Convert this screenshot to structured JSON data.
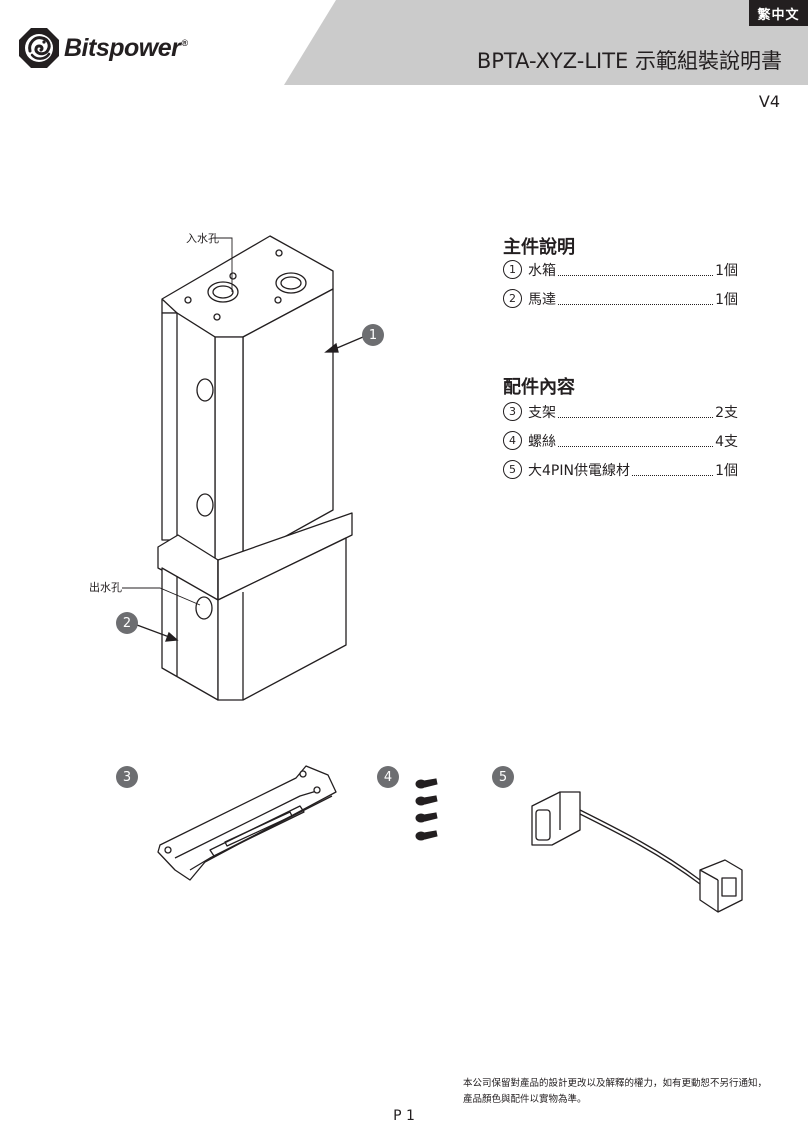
{
  "header": {
    "brand": "Bitspower",
    "brand_mark": "®",
    "language_tag": "繁中文",
    "title": "BPTA-XYZ-LITE 示範組裝說明書",
    "version": "V4",
    "colors": {
      "band": "#cbcbcb",
      "dark": "#231f20",
      "badge": "#6d6e71"
    }
  },
  "main_parts": {
    "heading": "主件說明",
    "items": [
      {
        "num": "①",
        "name": "水箱",
        "qty": "1個"
      },
      {
        "num": "②",
        "name": "馬達",
        "qty": "1個"
      }
    ]
  },
  "accessories": {
    "heading": "配件內容",
    "items": [
      {
        "num": "③",
        "name": "支架",
        "qty": "2支"
      },
      {
        "num": "④",
        "name": "螺絲",
        "qty": "4支"
      },
      {
        "num": "⑤",
        "name": "大4PIN供電線材",
        "qty": "1個"
      }
    ]
  },
  "diagram": {
    "inlet_label": "入水孔",
    "outlet_label": "出水孔",
    "callouts": [
      "1",
      "2",
      "3",
      "4",
      "5"
    ]
  },
  "footer": {
    "disclaimer_line1": "本公司保留對產品的設計更改以及解釋的權力，如有更動恕不另行通知，",
    "disclaimer_line2": "產品顏色與配件以實物為準。",
    "page_number": "P 1"
  }
}
